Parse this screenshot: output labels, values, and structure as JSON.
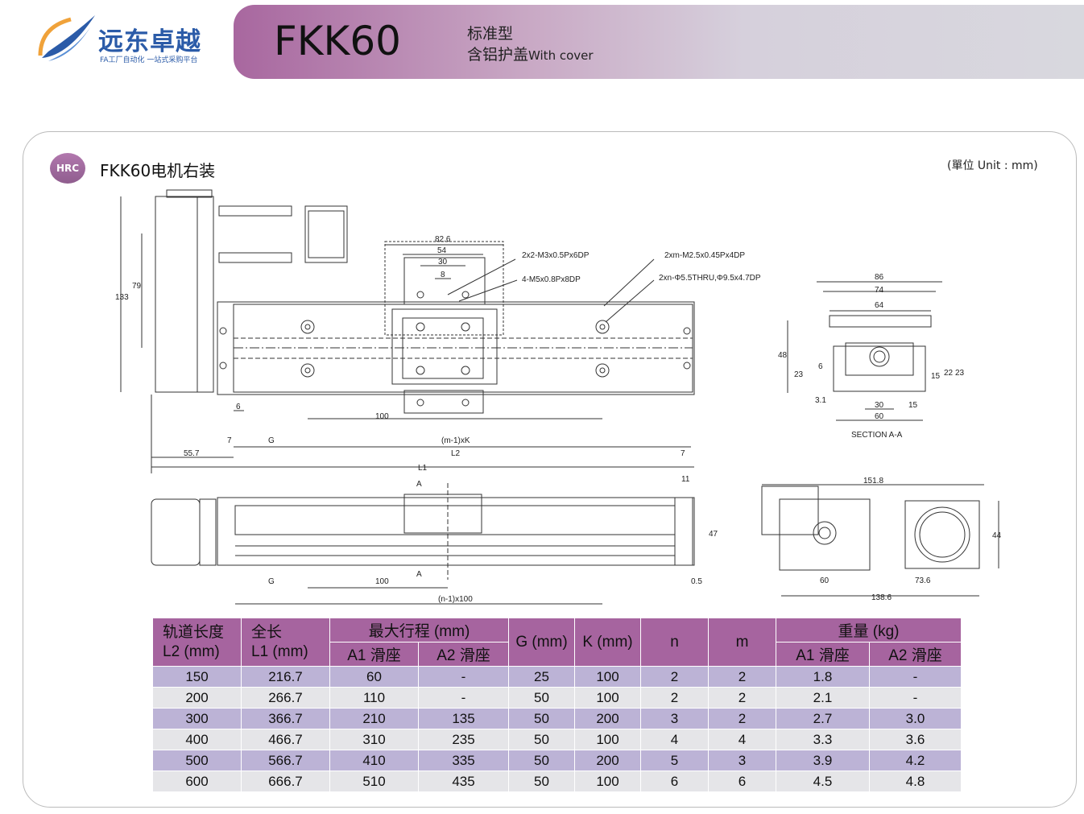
{
  "header": {
    "brand": "远东卓越",
    "slogan": "FA工厂自动化 一站式采购平台",
    "model": "FKK60",
    "type_label": "标准型",
    "cover_label": "含铝护盖",
    "cover_en": "With cover"
  },
  "section": {
    "badge": "HRC",
    "title": "FKK60电机右装",
    "unit": "(單位 Unit : mm)"
  },
  "drawing_labels": {
    "d82_6": "82.6",
    "d54": "54",
    "d30": "30",
    "d8": "8",
    "note1": "2x2-M3x0.5Px6DP",
    "note2": "4-M5x0.8Px8DP",
    "note3": "2xm-M2.5x0.45Px4DP",
    "note4": "2xn-Φ5.5THRU,Φ9.5x4.7DP",
    "d133": "133",
    "d79": "79",
    "d6": "6",
    "d100": "100",
    "d7a": "7",
    "g": "G",
    "mk": "(m-1)xK",
    "d55_7": "55.7",
    "l2": "L2",
    "d7b": "7",
    "l1": "L1",
    "d86": "86",
    "d74": "74",
    "d64": "64",
    "d48": "48",
    "d23": "23",
    "d6b": "6",
    "d15": "15",
    "d22": "22",
    "d23b": "23",
    "d3_1": "3.1",
    "d30b": "30",
    "d15b": "15",
    "d60": "60",
    "section_aa": "SECTION A-A",
    "d11": "11",
    "a_top": "A",
    "a_bottom": "A",
    "d47": "47",
    "g2": "G",
    "d100b": "100",
    "d0_5": "0.5",
    "n100": "(n-1)x100",
    "d151_8": "151.8",
    "d44": "44",
    "d60b": "60",
    "d73_6": "73.6",
    "d138_6": "138.6"
  },
  "table": {
    "headers": {
      "rail": "轨道长度",
      "l2": "L2 (mm)",
      "total": "全长",
      "l1": "L1 (mm)",
      "stroke": "最大行程 (mm)",
      "a1": "A1 滑座",
      "a2": "A2 滑座",
      "g": "G (mm)",
      "k": "K (mm)",
      "n": "n",
      "m": "m",
      "weight": "重量 (kg)",
      "wa1": "A1 滑座",
      "wa2": "A2 滑座"
    },
    "rows": [
      [
        "150",
        "216.7",
        "60",
        "-",
        "25",
        "100",
        "2",
        "2",
        "1.8",
        "-"
      ],
      [
        "200",
        "266.7",
        "110",
        "-",
        "50",
        "100",
        "2",
        "2",
        "2.1",
        "-"
      ],
      [
        "300",
        "366.7",
        "210",
        "135",
        "50",
        "200",
        "3",
        "2",
        "2.7",
        "3.0"
      ],
      [
        "400",
        "466.7",
        "310",
        "235",
        "50",
        "100",
        "4",
        "4",
        "3.3",
        "3.6"
      ],
      [
        "500",
        "566.7",
        "410",
        "335",
        "50",
        "200",
        "5",
        "3",
        "3.9",
        "4.2"
      ],
      [
        "600",
        "666.7",
        "510",
        "435",
        "50",
        "100",
        "6",
        "6",
        "4.5",
        "4.8"
      ]
    ]
  }
}
